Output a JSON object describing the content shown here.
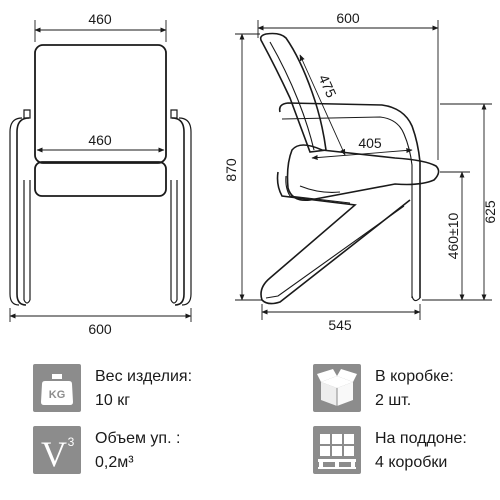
{
  "dimensions": {
    "front_back_width": "460",
    "front_seat_width": "460",
    "front_total_width": "600",
    "side_depth_total": "600",
    "side_back_slope": "475",
    "side_seat_depth": "405",
    "side_height_total": "870",
    "side_armrest_height": "625",
    "side_seat_height": "460±10",
    "side_base_depth": "545"
  },
  "info": {
    "weight": {
      "label": "Вес изделия:",
      "value": "10 кг",
      "icon": "weight-kg-icon",
      "icon_text": "KG"
    },
    "volume": {
      "label": "Объем уп. :",
      "value": "0,2м³",
      "icon": "volume-v3-icon",
      "icon_letter": "V",
      "icon_sup": "3"
    },
    "box": {
      "label": "В коробке:",
      "value": "2 шт.",
      "icon": "box-icon"
    },
    "pallet": {
      "label": "На поддоне:",
      "value": "4 коробки",
      "icon": "pallet-icon"
    }
  },
  "colors": {
    "line": "#1a1a1a",
    "icon_bg": "#8c8c8c",
    "icon_fg": "#ffffff"
  }
}
